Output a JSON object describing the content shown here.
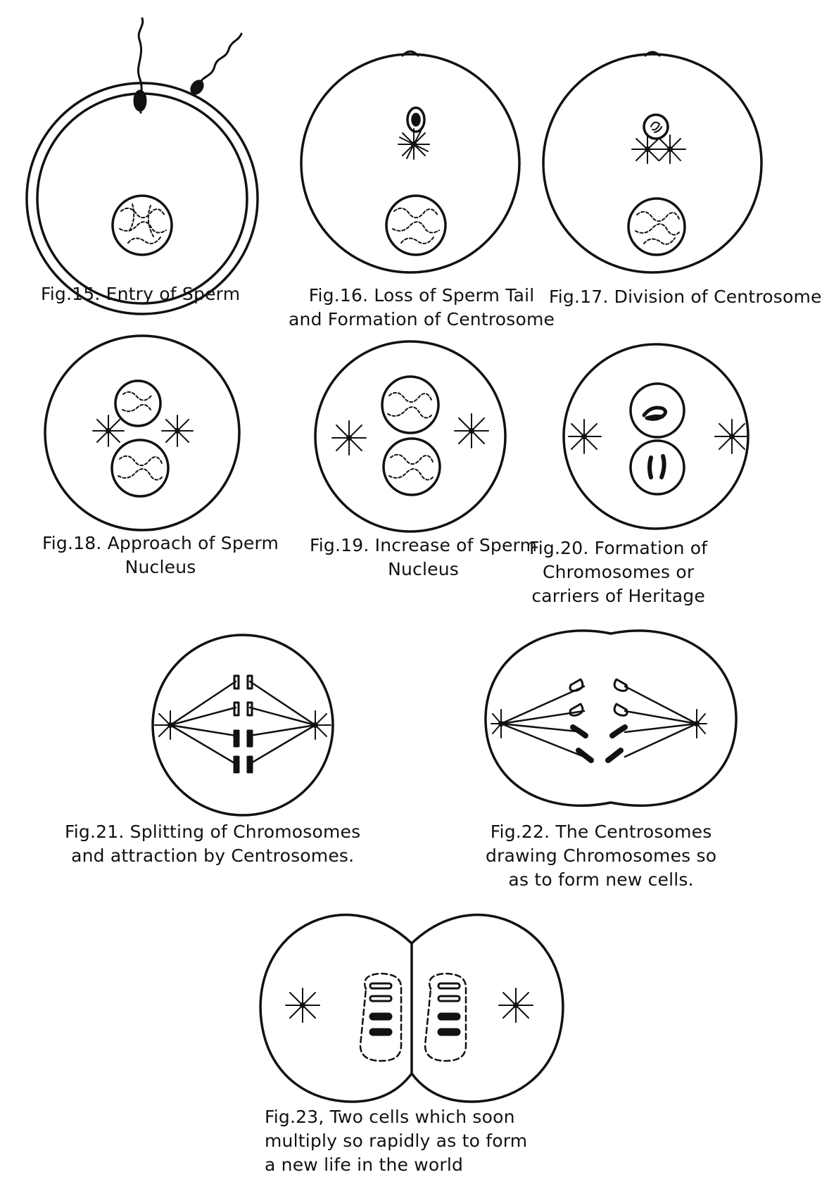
{
  "figures": [
    {
      "id": "fig15",
      "caption": [
        "Fig.15. Entry of Sperm"
      ]
    },
    {
      "id": "fig16",
      "caption": [
        "Fig.16. Loss of Sperm Tail",
        "and Formation of Centrosome"
      ]
    },
    {
      "id": "fig17",
      "caption": [
        "Fig.17. Division of Centrosome"
      ]
    },
    {
      "id": "fig18",
      "caption": [
        "Fig.18. Approach of Sperm",
        "Nucleus"
      ]
    },
    {
      "id": "fig19",
      "caption": [
        "Fig.19. Increase of Sperm",
        "Nucleus"
      ]
    },
    {
      "id": "fig20",
      "caption": [
        "Fig.20. Formation of",
        "Chromosomes or",
        "carriers of Heritage"
      ]
    },
    {
      "id": "fig21",
      "caption": [
        "Fig.21. Splitting of Chromosomes",
        "and attraction by Centrosomes."
      ]
    },
    {
      "id": "fig22",
      "caption": [
        "Fig.22. The Centrosomes",
        "drawing Chromosomes so",
        "as to form new cells."
      ]
    },
    {
      "id": "fig23",
      "caption": [
        "Fig.23, Two cells which soon",
        "multiply so rapidly as to form",
        "a new life in the world"
      ]
    }
  ],
  "colors": {
    "ink": "#111111",
    "paper": "#ffffff"
  }
}
